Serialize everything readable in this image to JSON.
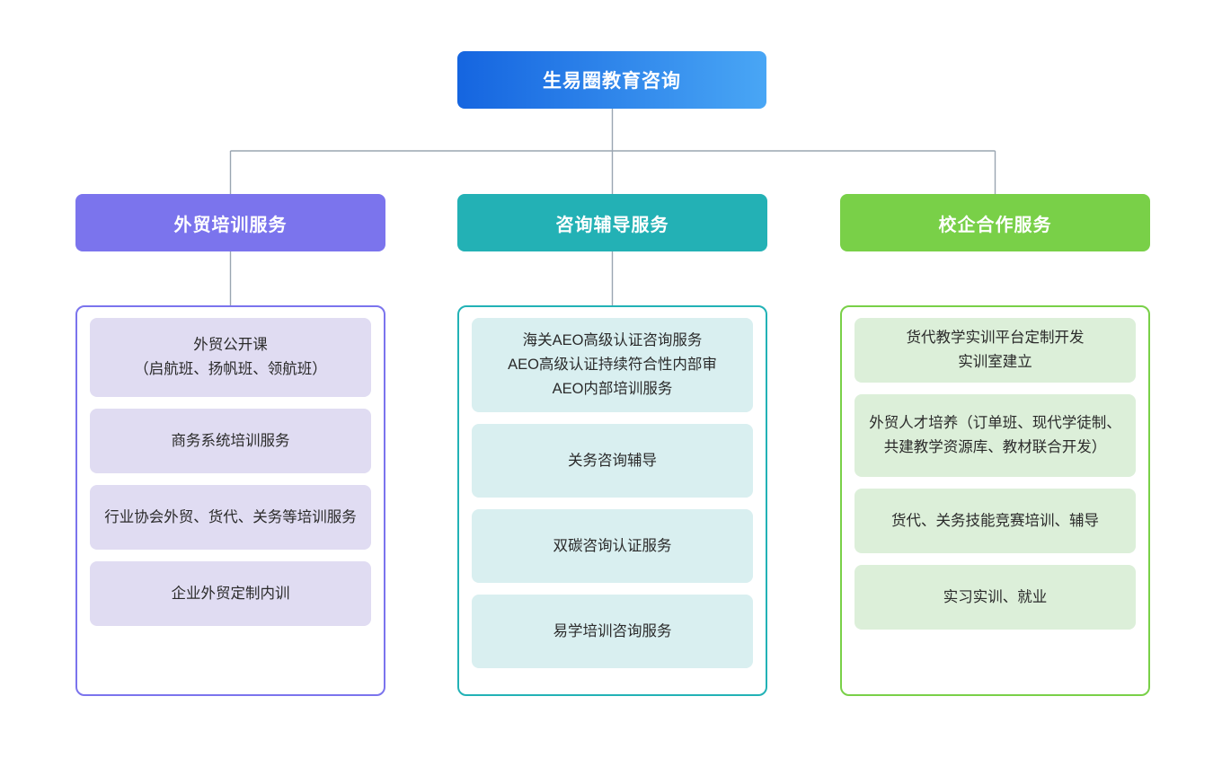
{
  "diagram": {
    "type": "organizational-tree",
    "root": {
      "label": "生易圈教育咨询",
      "gradient_from": "#1565e0",
      "gradient_to": "#49a6f5",
      "text_color": "#ffffff"
    },
    "connector_color": "#9aa5b1",
    "branches": [
      {
        "id": "foreign-trade-training",
        "header_label": "外贸培训服务",
        "header_color": "#7b74ed",
        "border_color": "#7b74ed",
        "item_bg": "#e0dcf2",
        "text_color": "#2b2b2b",
        "items": [
          {
            "label": "外贸公开课\n（启航班、扬帆班、领航班）",
            "tall": true
          },
          {
            "label": "商务系统培训服务",
            "tall": false
          },
          {
            "label": "行业协会外贸、货代、关务等培训服务",
            "tall": false
          },
          {
            "label": "企业外贸定制内训",
            "tall": false
          }
        ]
      },
      {
        "id": "consulting-tutoring",
        "header_label": "咨询辅导服务",
        "header_color": "#23b1b5",
        "border_color": "#22b2b6",
        "item_bg": "#d9eff0",
        "text_color": "#2b2b2b",
        "items": [
          {
            "label": "海关AEO高级认证咨询服务\nAEO高级认证持续符合性内部审\nAEO内部培训服务",
            "tall": true
          },
          {
            "label": "关务咨询辅导",
            "tall": false
          },
          {
            "label": "双碳咨询认证服务",
            "tall": false
          },
          {
            "label": "易学培训咨询服务",
            "tall": false
          }
        ]
      },
      {
        "id": "school-enterprise-cooperation",
        "header_label": "校企合作服务",
        "header_color": "#79d048",
        "border_color": "#79d048",
        "item_bg": "#dcefd9",
        "text_color": "#2b2b2b",
        "items": [
          {
            "label": "货代教学实训平台定制开发\n实训室建立",
            "tall": false
          },
          {
            "label": "外贸人才培养（订单班、现代学徒制、共建教学资源库、教材联合开发）",
            "tall": true
          },
          {
            "label": "货代、关务技能竞赛培训、辅导",
            "tall": false
          },
          {
            "label": "实习实训、就业",
            "tall": false
          }
        ]
      }
    ]
  }
}
